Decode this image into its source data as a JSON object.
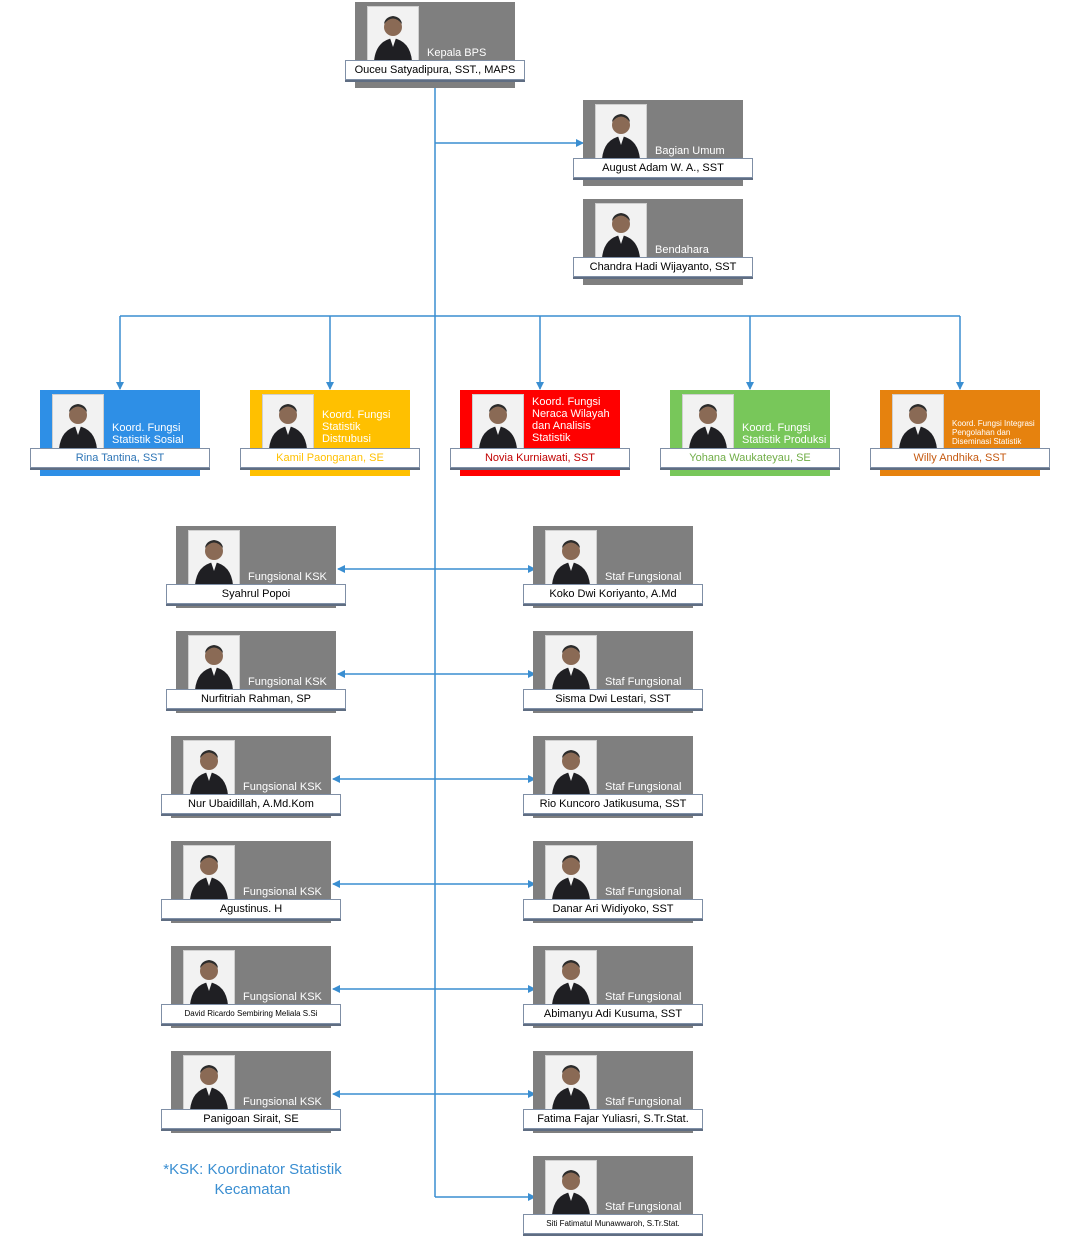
{
  "head": {
    "role": "Kepala BPS",
    "name": "Ouceu Satyadipura, SST., MAPS"
  },
  "support": [
    {
      "role": "Bagian Umum",
      "name": "August Adam W. A., SST"
    },
    {
      "role": "Bendahara",
      "name": "Chandra Hadi Wijayanto, SST"
    }
  ],
  "coordinators": [
    {
      "role": "Koord. Fungsi Statistik Sosial",
      "name": "Rina Tantina, SST",
      "color": "#2e8fe6",
      "name_color": "#2e75b6"
    },
    {
      "role": "Koord. Fungsi Statistik Distrubusi",
      "name": "Kamil Paonganan, SE",
      "color": "#ffc000",
      "name_color": "#ffc000"
    },
    {
      "role": "Koord. Fungsi Neraca Wilayah dan Analisis Statistik",
      "name": "Novia Kurniawati, SST",
      "color": "#ff0000",
      "name_color": "#c00000"
    },
    {
      "role": "Koord. Fungsi Statistik Produksi",
      "name": "Yohana Waukateyau, SE",
      "color": "#78c75a",
      "name_color": "#70ad47"
    },
    {
      "role": "Koord. Fungsi Integrasi Pengolahan dan Diseminasi Statistik",
      "name": "Willy Andhika, SST",
      "color": "#e6820e",
      "name_color": "#c55a11"
    }
  ],
  "ksk": [
    {
      "role": "Fungsional KSK",
      "name": "Syahrul Popoi"
    },
    {
      "role": "Fungsional KSK",
      "name": "Nurfitriah Rahman, SP"
    },
    {
      "role": "Fungsional KSK",
      "name": "Nur Ubaidillah, A.Md.Kom"
    },
    {
      "role": "Fungsional KSK",
      "name": "Agustinus. H"
    },
    {
      "role": "Fungsional KSK",
      "name": "David Ricardo Sembiring Meliala S.Si"
    },
    {
      "role": "Fungsional KSK",
      "name": "Panigoan Sirait, SE"
    }
  ],
  "staff": [
    {
      "role": "Staf Fungsional",
      "name": "Koko Dwi Koriyanto, A.Md"
    },
    {
      "role": "Staf Fungsional",
      "name": "Sisma Dwi Lestari, SST"
    },
    {
      "role": "Staf Fungsional",
      "name": "Rio Kuncoro Jatikusuma, SST"
    },
    {
      "role": "Staf Fungsional",
      "name": "Danar Ari Widiyoko, SST"
    },
    {
      "role": "Staf Fungsional",
      "name": "Abimanyu Adi Kusuma, SST"
    },
    {
      "role": "Staf Fungsional",
      "name": "Fatima Fajar Yuliasri, S.Tr.Stat."
    },
    {
      "role": "Staf Fungsional",
      "name": "Siti Fatimatul Munawwaroh, S.Tr.Stat."
    }
  ],
  "footnote": {
    "line1": "*KSK: Koordinator Statistik",
    "line2": "Kecamatan"
  },
  "colors": {
    "connector": "#3a8ed1",
    "card_gray": "#7f7f7f"
  }
}
